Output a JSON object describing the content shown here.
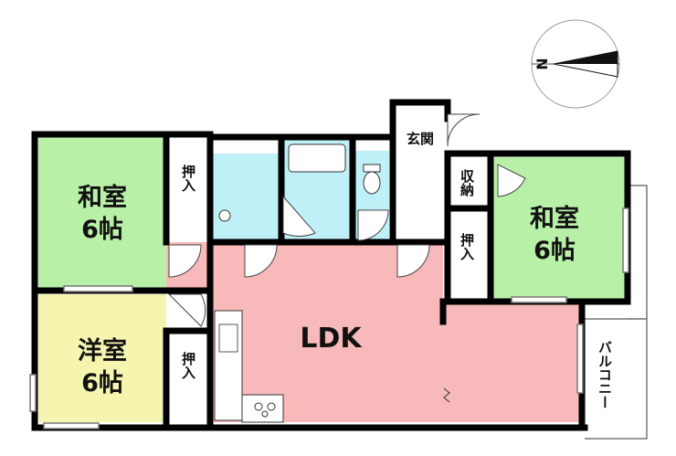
{
  "compass": {
    "north_letter": "N",
    "icon": "north-arrow-icon"
  },
  "rooms": {
    "washitsu_left": {
      "name": "和室",
      "size": "6帖"
    },
    "washitsu_right": {
      "name": "和室",
      "size": "6帖"
    },
    "youshitsu": {
      "name": "洋室",
      "size": "6帖"
    },
    "ldk": {
      "name": "LDK"
    },
    "genkan": {
      "name": "玄関"
    },
    "shuno": {
      "name": "収納"
    },
    "oshiire_1": {
      "name": "押入"
    },
    "oshiire_2": {
      "name": "押入"
    },
    "oshiire_3": {
      "name": "押入"
    },
    "balcony": {
      "name": "バルコニー"
    }
  },
  "colors": {
    "washitsu": "#b8f0a8",
    "youshitsu": "#f5f5b0",
    "ldk": "#f7b9b9",
    "wet_area": "#bff0f8",
    "wall": "#000000"
  }
}
